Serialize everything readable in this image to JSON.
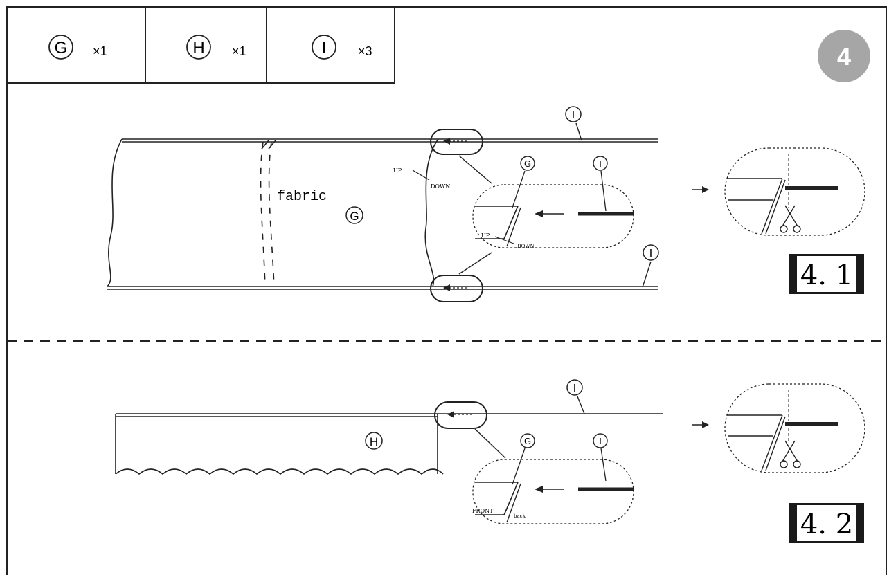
{
  "parts": [
    {
      "letter": "G",
      "qty": "×1"
    },
    {
      "letter": "H",
      "qty": "×1"
    },
    {
      "letter": "I",
      "qty": "×3"
    }
  ],
  "step_number": "4",
  "section1": {
    "label": "4. 1",
    "fabric_text": "fabric",
    "main_letter": "G",
    "tape_letter_top": "I",
    "tape_letter_bottom": "I",
    "up_text": "UP",
    "down_text": "DOWN",
    "detail_letter_g": "G",
    "detail_letter_i": "I",
    "detail_up": "UP",
    "detail_down": "DOWN"
  },
  "section2": {
    "label": "4. 2",
    "main_letter": "H",
    "tape_letter": "I",
    "detail_letter_g": "G",
    "detail_letter_i": "I",
    "front_text": "FRONT",
    "back_text": "back"
  },
  "colors": {
    "badge": "#a6a6a6",
    "line": "#222222"
  }
}
